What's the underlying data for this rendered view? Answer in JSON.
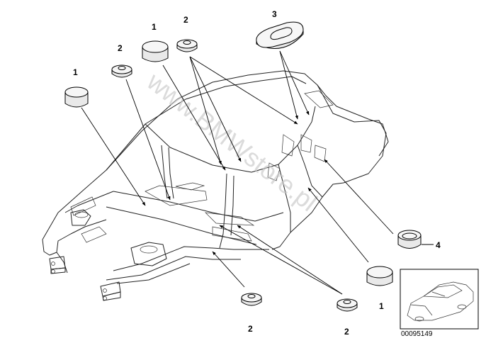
{
  "watermark": "www.BMWstore.pl",
  "reference_number": "00095149",
  "callouts": [
    {
      "id": "c1a",
      "label": "1"
    },
    {
      "id": "c1b",
      "label": "1"
    },
    {
      "id": "c1c",
      "label": "1"
    },
    {
      "id": "c2a",
      "label": "2"
    },
    {
      "id": "c2b",
      "label": "2"
    },
    {
      "id": "c2c",
      "label": "2"
    },
    {
      "id": "c2d",
      "label": "2"
    },
    {
      "id": "c3",
      "label": "3"
    },
    {
      "id": "c4",
      "label": "4"
    }
  ],
  "parts": {
    "large_plug": "blind-plug-large-icon",
    "small_plug": "blind-plug-small-icon",
    "oval_plug": "oval-plug-icon",
    "flat_plug": "flat-plug-icon"
  }
}
